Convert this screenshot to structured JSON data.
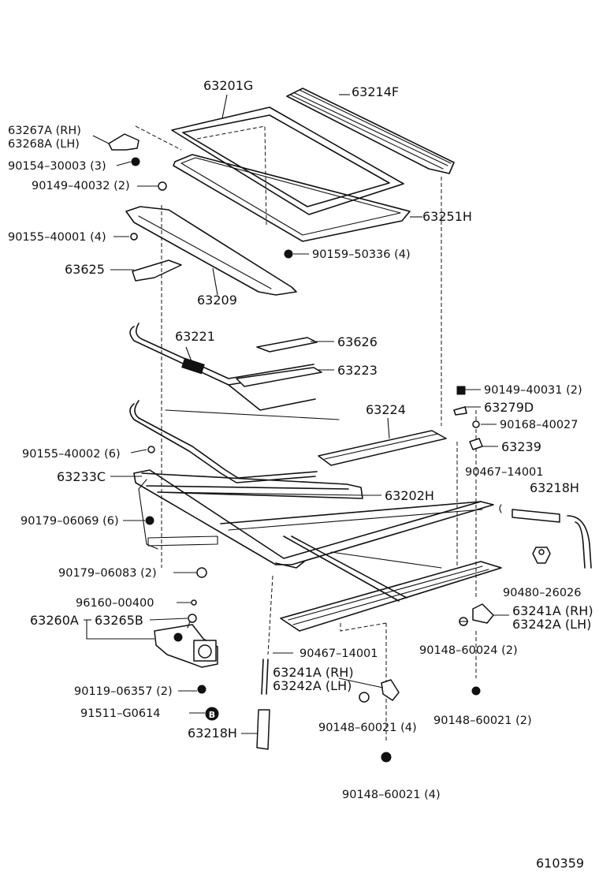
{
  "diagram_id": "610359",
  "labels": {
    "l_63201G": "63201G",
    "l_63214F": "63214F",
    "l_63267A": "63267A (RH)",
    "l_63268A": "63268A (LH)",
    "l_90154": "90154–30003 (3)",
    "l_90149_40032": "90149–40032 (2)",
    "l_63251H": "63251H",
    "l_90155_40001": "90155–40001 (4)",
    "l_90159": "90159–50336 (4)",
    "l_63625": "63625",
    "l_63209": "63209",
    "l_63221": "63221",
    "l_63626": "63626",
    "l_63223": "63223",
    "l_90149_40031": "90149–40031 (2)",
    "l_63224": "63224",
    "l_63279D": "63279D",
    "l_90168": "90168–40027",
    "l_90155_40002": "90155–40002 (6)",
    "l_63239": "63239",
    "l_63233C": "63233C",
    "l_90467_a": "90467–14001",
    "l_63202H": "63202H",
    "l_63218H_a": "63218H",
    "l_90179_06069": "90179–06069 (6)",
    "l_90179_06083": "90179–06083 (2)",
    "l_90480": "90480–26026",
    "l_96160": "96160–00400",
    "l_63260A": "63260A",
    "l_63265B": "63265B",
    "l_63241A_a": "63241A (RH)",
    "l_63242A_a": "63242A (LH)",
    "l_90467_b": "90467–14001",
    "l_90148_60024": "90148–60024 (2)",
    "l_63241A_b": "63241A (RH)",
    "l_63242A_b": "63242A (LH)",
    "l_90119": "90119–06357 (2)",
    "l_91511": "91511–G0614",
    "l_90148_60021_a": "90148–60021 (4)",
    "l_90148_60021_b": "90148–60021 (2)",
    "l_63218H_b": "63218H",
    "l_90148_60021_c": "90148–60021 (4)",
    "badge": "B"
  }
}
